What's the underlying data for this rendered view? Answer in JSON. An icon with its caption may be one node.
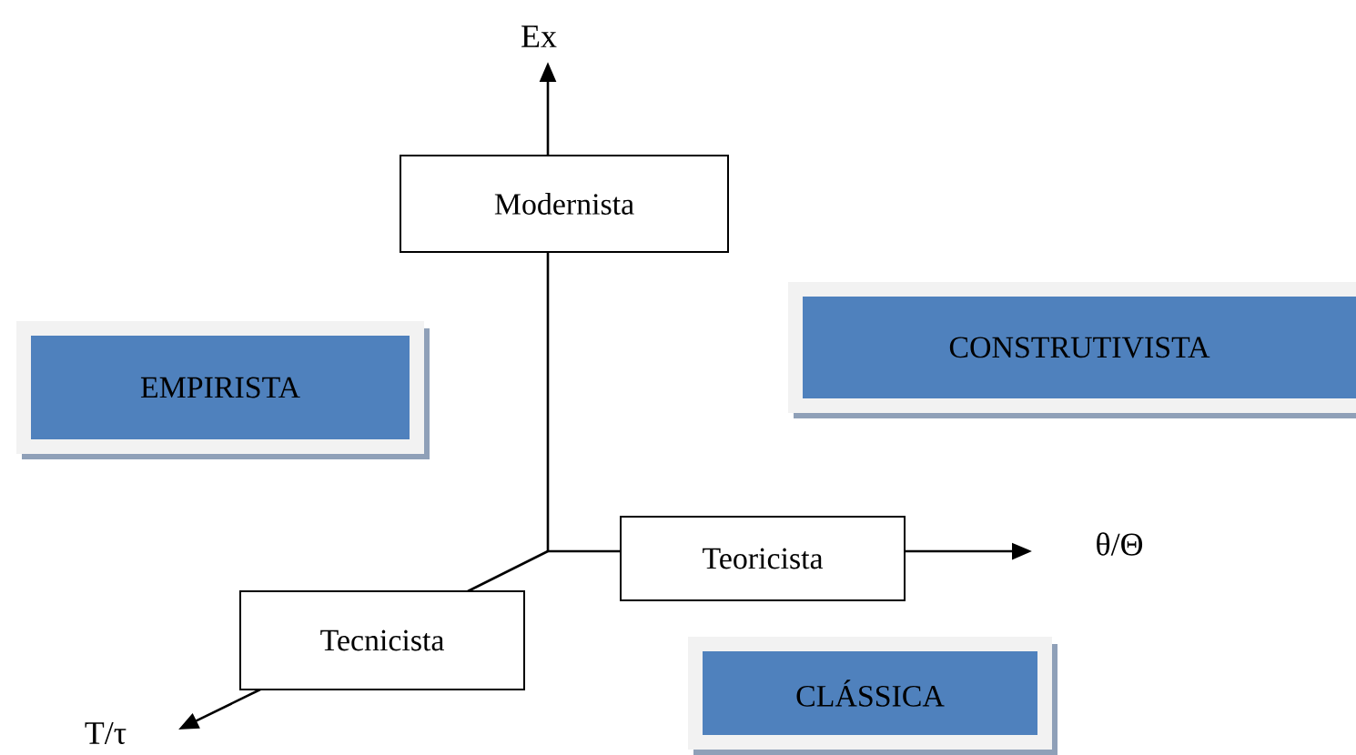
{
  "diagram": {
    "nodes": [
      {
        "text": [
          "Modernista"
        ]
      },
      {
        "text": [
          "EMPIRISTA"
        ]
      },
      {
        "text": [
          "CONSTRUTIVISTA"
        ]
      },
      {
        "text": [
          "Teoricista"
        ]
      },
      {
        "text": [
          "Tecnicista"
        ]
      },
      {
        "text": [
          "CLÁSSICA"
        ]
      }
    ],
    "labels": [
      "Ex",
      "θ/Θ",
      "T/τ"
    ]
  }
}
